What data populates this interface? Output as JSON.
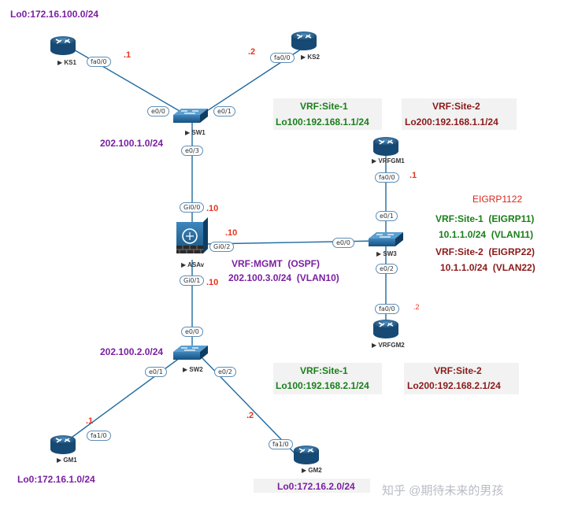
{
  "colors": {
    "link": "#1f6aa0",
    "device": "#1b5e8c",
    "purple": "#7a1fa2",
    "green": "#1a7f1a",
    "dark_red": "#8b1a1a",
    "red": "#e8321e"
  },
  "devices": {
    "ks1": "KS1",
    "ks2": "KS2",
    "sw1": "SW1",
    "sw2": "SW2",
    "sw3": "SW3",
    "asav": "ASAv",
    "vrfgm1": "VRFGM1",
    "vrfgm2": "VRFGM2",
    "gm1": "GM1",
    "gm2": "GM2"
  },
  "ports": {
    "ks1_fa00": "fa0/0",
    "ks2_fa00": "fa0/0",
    "sw1_e00": "e0/0",
    "sw1_e01": "e0/1",
    "sw1_e03": "e0/3",
    "asa_gi00": "Gi0/0",
    "asa_gi02": "Gi0/2",
    "asa_gi01": "Gi0/1",
    "sw3_e00": "e0/0",
    "sw3_e01": "e0/1",
    "sw3_e02": "e0/2",
    "vrfgm1_fa00": "fa0/0",
    "vrfgm2_fa00": "fa0/0",
    "sw2_e00": "e0/0",
    "sw2_e01": "e0/1",
    "sw2_e02": "e0/2",
    "gm1_fa10": "fa1/0",
    "gm2_fa10": "fa1/0"
  },
  "ips": {
    "ks1": ".1",
    "ks2": ".2",
    "asa_gi00": ".10",
    "asa_gi02": ".10",
    "asa_gi01": ".10",
    "vrfgm1": ".1",
    "vrfgm2": ".2",
    "gm1": ".1",
    "gm2": ".2"
  },
  "labels": {
    "ks_loopback": "Lo0:172.16.100.0/24",
    "net_sw1": "202.100.1.0/24",
    "net_sw2": "202.100.2.0/24",
    "mgmt_vrf": "VRF:MGMT  (OSPF)",
    "mgmt_net": "202.100.3.0/24  (VLAN10)",
    "vrfgm1_site1_vrf": "VRF:Site-1",
    "vrfgm1_site1_lo": "Lo100:192.168.1.1/24",
    "vrfgm1_site2_vrf": "VRF:Site-2",
    "vrfgm1_site2_lo": "Lo200:192.168.1.1/24",
    "eigrp": "EIGRP1122",
    "sw3_site1": "VRF:Site-1  (EIGRP11)",
    "sw3_site1_net": "10.1.1.0/24  (VLAN11)",
    "sw3_site2": "VRF:Site-2  (EIGRP22)",
    "sw3_site2_net": "10.1.1.0/24  (VLAN22)",
    "vrfgm2_site1_vrf": "VRF:Site-1",
    "vrfgm2_site1_lo": "Lo100:192.168.2.1/24",
    "vrfgm2_site2_vrf": "VRF:Site-2",
    "vrfgm2_site2_lo": "Lo200:192.168.2.1/24",
    "gm1_loopback": "Lo0:172.16.1.0/24",
    "gm2_loopback": "Lo0:172.16.2.0/24"
  },
  "watermark": "知乎 @期待未来的男孩"
}
